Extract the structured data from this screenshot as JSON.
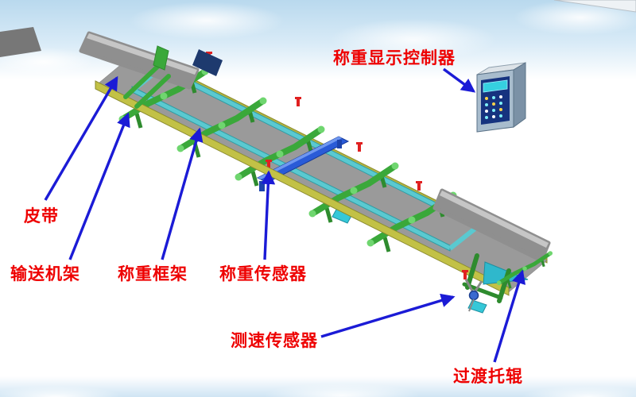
{
  "labels": {
    "controller": "称重显示控制器",
    "belt": "皮带",
    "conveyor_frame": "输送机架",
    "weighing_frame": "称重框架",
    "load_cell": "称重传感器",
    "speed_sensor": "测速传感器",
    "transition_idler": "过渡托辊"
  },
  "colors": {
    "label_text": "#ee0000",
    "arrow_blue": "#1b1bd6",
    "frame_yellow": "#b3b23e",
    "idler_green": "#3aa83a",
    "weigh_frame_cyan": "#5ac9d0",
    "beam_blue": "#2a5bd7",
    "belt_gray": "#8f8f8f",
    "controller_panel_blue": "#16337f",
    "controller_screen_cyan": "#35d0e0"
  }
}
